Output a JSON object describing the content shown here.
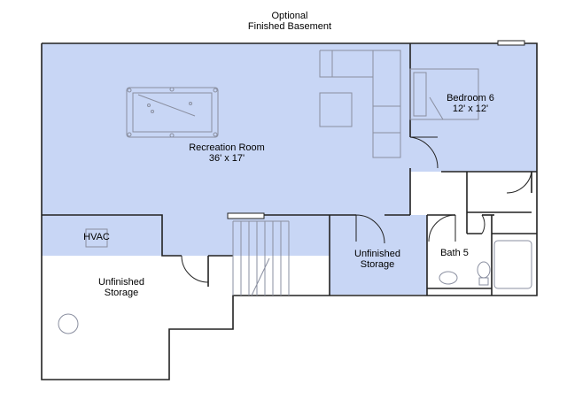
{
  "title": {
    "line1": "Optional",
    "line2": "Finished Basement"
  },
  "rooms": {
    "recreation": {
      "name": "Recreation Room",
      "dims": "36' x 17'"
    },
    "bedroom": {
      "name": "Bedroom 6",
      "dims": "12' x 12'"
    },
    "unfinished_storage_left": {
      "line1": "Unfinished",
      "line2": "Storage"
    },
    "unfinished_storage_center": {
      "line1": "Unfinished",
      "line2": "Storage"
    },
    "bath": {
      "name": "Bath 5"
    },
    "hvac": {
      "name": "HVAC"
    }
  },
  "colors": {
    "finished": "#c8d6f5",
    "wall": "#222222",
    "fixture": "#8a8fa0"
  }
}
